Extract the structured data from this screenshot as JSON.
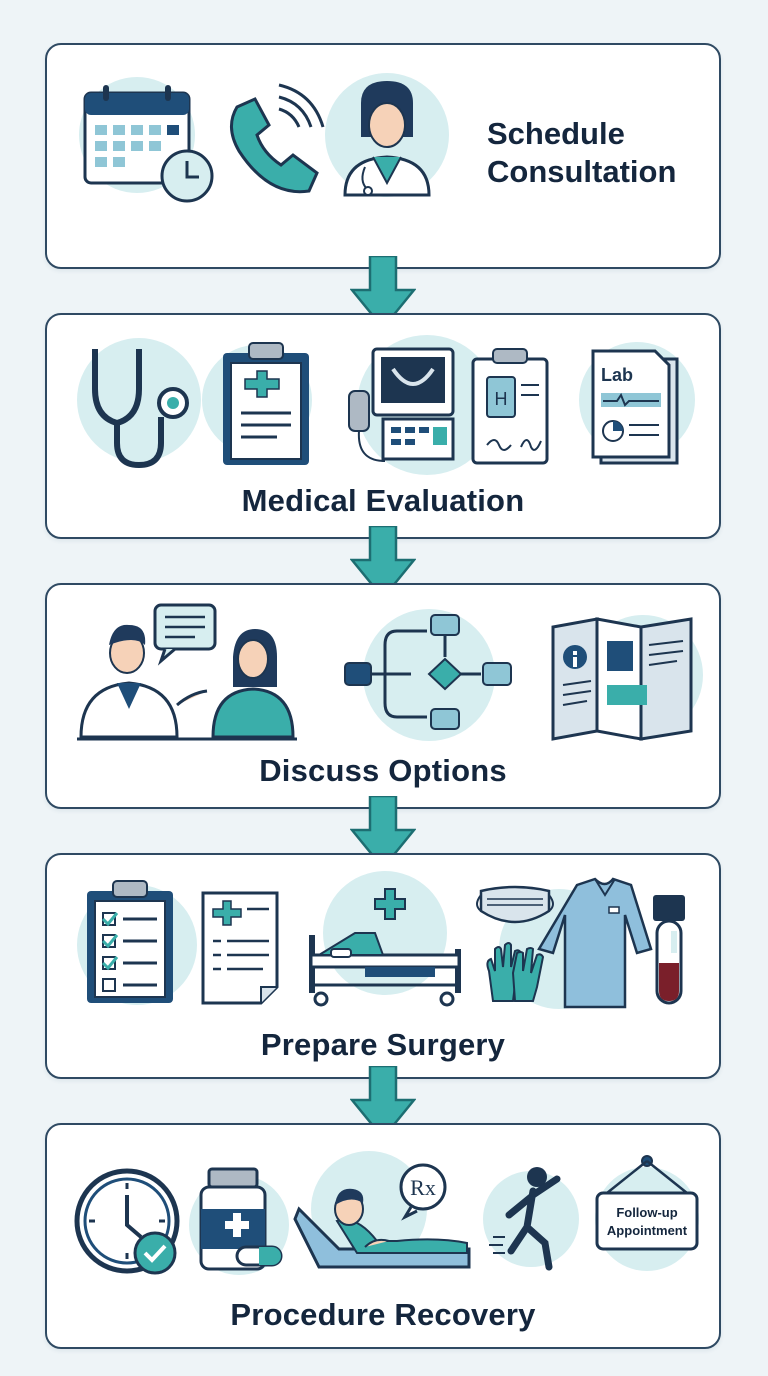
{
  "steps": [
    {
      "title": "Schedule Consultation",
      "title_lines": [
        "Schedule",
        "Consultation"
      ]
    },
    {
      "title": "Medical Evaluation",
      "lab_label": "Lab"
    },
    {
      "title": "Discuss Options"
    },
    {
      "title": "Prepare Surgery"
    },
    {
      "title": "Procedure Recovery",
      "sign_lines": [
        "Follow-up",
        "Appointment"
      ],
      "rx_label": "Rx"
    }
  ],
  "colors": {
    "teal": "#3aaeaa",
    "navy": "#1f4e79",
    "outline": "#1d3550",
    "circle": "#d7eef0",
    "card_border": "#2f4a63"
  }
}
